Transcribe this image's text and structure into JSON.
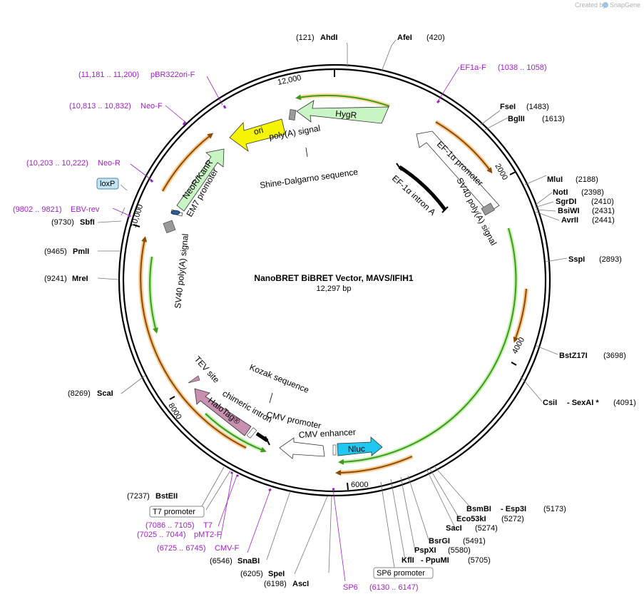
{
  "watermark": {
    "created_by": "Created by",
    "app": "SnapGene"
  },
  "map": {
    "title": "NanoBRET BiBRET Vector, MAVS/IFIH1",
    "size": "12,297 bp"
  },
  "ticks": [
    "12,000",
    "2000",
    "4000",
    "6000",
    "8000",
    "10,000"
  ],
  "sites": {
    "ahdi": {
      "pos": "(121)",
      "name": "AhdI"
    },
    "afei": {
      "pos": "(420)",
      "name": "AfeI"
    },
    "fsei": {
      "pos": "(1483)",
      "name": "FseI"
    },
    "bglii": {
      "pos": "(1613)",
      "name": "BglII"
    },
    "mlui": {
      "pos": "(2188)",
      "name": "MluI"
    },
    "noti": {
      "pos": "(2398)",
      "name": "NotI"
    },
    "sgrdi": {
      "pos": "(2410)",
      "name": "SgrDI"
    },
    "bsiwi": {
      "pos": "(2431)",
      "name": "BsiWI"
    },
    "avrii": {
      "pos": "(2441)",
      "name": "AvrII"
    },
    "sspi": {
      "pos": "(2893)",
      "name": "SspI"
    },
    "bstz17i": {
      "pos": "(3698)",
      "name": "BstZ17I"
    },
    "csii": {
      "pos": "(4091)",
      "name": "CsiI",
      "name2": "- SexAI *"
    },
    "bsmbi": {
      "pos": "(5173)",
      "name": "BsmBI",
      "name2": "- Esp3I"
    },
    "eco53ki": {
      "pos": "(5272)",
      "name": "Eco53kI"
    },
    "saci": {
      "pos": "(5274)",
      "name": "SacI"
    },
    "bsrgi": {
      "pos": "(5491)",
      "name": "BsrGI"
    },
    "pspxi": {
      "pos": "(5580)",
      "name": "PspXI"
    },
    "kfli": {
      "pos": "(5705)",
      "name": "KflI",
      "name2": "- PpuMI"
    },
    "spei": {
      "pos": "(6205)",
      "name": "SpeI"
    },
    "asci": {
      "pos": "(6198)",
      "name": "AscI"
    },
    "snabi": {
      "pos": "(6546)",
      "name": "SnaBI"
    },
    "bsteii": {
      "pos": "(7237)",
      "name": "BstEII"
    },
    "scai": {
      "pos": "(8269)",
      "name": "ScaI"
    },
    "mrei": {
      "pos": "(9241)",
      "name": "MreI"
    },
    "pmli": {
      "pos": "(9465)",
      "name": "PmlI"
    },
    "sbfi": {
      "pos": "(9730)",
      "name": "SbfI"
    }
  },
  "primers": {
    "ef1a_f": {
      "name": "EF1a-F",
      "pos": "(1038 .. 1058)"
    },
    "pbr322ori_f": {
      "pos": "(11,181 .. 11,200)",
      "name": "pBR322ori-F"
    },
    "neo_f": {
      "pos": "(10,813 .. 10,832)",
      "name": "Neo-F"
    },
    "neo_r": {
      "pos": "(10,203 .. 10,222)",
      "name": "Neo-R"
    },
    "ebv_rev": {
      "pos": "(9802 .. 9821)",
      "name": "EBV-rev"
    },
    "t7": {
      "pos": "(7086 .. 7105)",
      "name": "T7"
    },
    "pmt2_f": {
      "pos": "(7025 .. 7044)",
      "name": "pMT2-F"
    },
    "cmv_f": {
      "pos": "(6725 .. 6745)",
      "name": "CMV-F"
    },
    "sp6": {
      "name": "SP6",
      "pos": "(6130 .. 6147)"
    }
  },
  "boxes": {
    "loxp": "loxP",
    "t7_promoter": "T7 promoter",
    "sp6_promoter": "SP6 promoter"
  },
  "features": {
    "hygr": "HygR",
    "ori": "ori",
    "polya_top": "poly(A) signal",
    "shine_dalgarno": "Shine-Dalgarno sequence",
    "ef1a_promoter": "EF-1α promoter",
    "sv40_polya_right": "SV40 poly(A) signal",
    "ef1a_intron": "EF-1α intron A",
    "neor": "NeoR/KanR",
    "em7": "EM7 promoter",
    "sv40_polya_left": "SV40 poly(A) signal",
    "tev": "TEV site",
    "chimeric": "chimeric intron",
    "halotag": "HaloTag®",
    "kozak": "Kozak sequence",
    "cmv_promoter": "CMV promoter",
    "cmv_enhancer": "CMV enhancer",
    "nluc": "Nluc"
  },
  "colors": {
    "backbone": "#000000",
    "primer": "#a020c8",
    "hygr": "#c9f5c4",
    "ori": "#f5f500",
    "neor": "#c9f5c4",
    "halotag": "#c890b0",
    "nluc": "#1ec8f0",
    "orf_orange": "#f0a020",
    "orf_green": "#50b020"
  }
}
